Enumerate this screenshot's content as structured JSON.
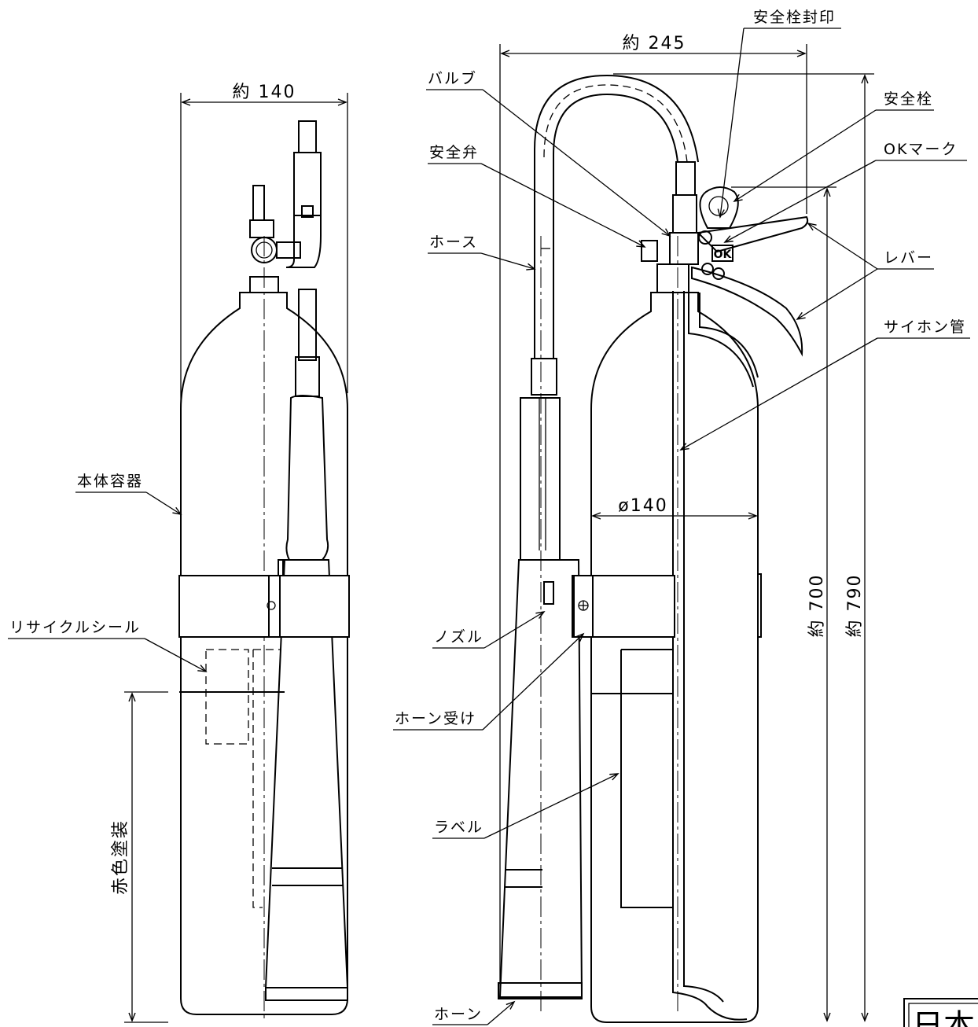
{
  "labels": {
    "seal": "安全栓封印",
    "valve": "バルブ",
    "safety_pin": "安全栓",
    "relief_valve": "安全弁",
    "ok_mark": "OKマーク",
    "hose": "ホース",
    "lever": "レバー",
    "siphon_tube": "サイホン管",
    "body_container": "本体容器",
    "recycle_seal": "リサイクルシール",
    "nozzle": "ノズル",
    "horn_holder": "ホーン受け",
    "label": "ラベル",
    "horn": "ホーン",
    "red_paint": "赤色塗装",
    "ok_badge": "OK"
  },
  "dimensions": {
    "side_width": "約 140",
    "front_width": "約 245",
    "diameter": "ø140",
    "height_body": "約 700",
    "height_total": "約 790"
  },
  "corner_text": "日本"
}
